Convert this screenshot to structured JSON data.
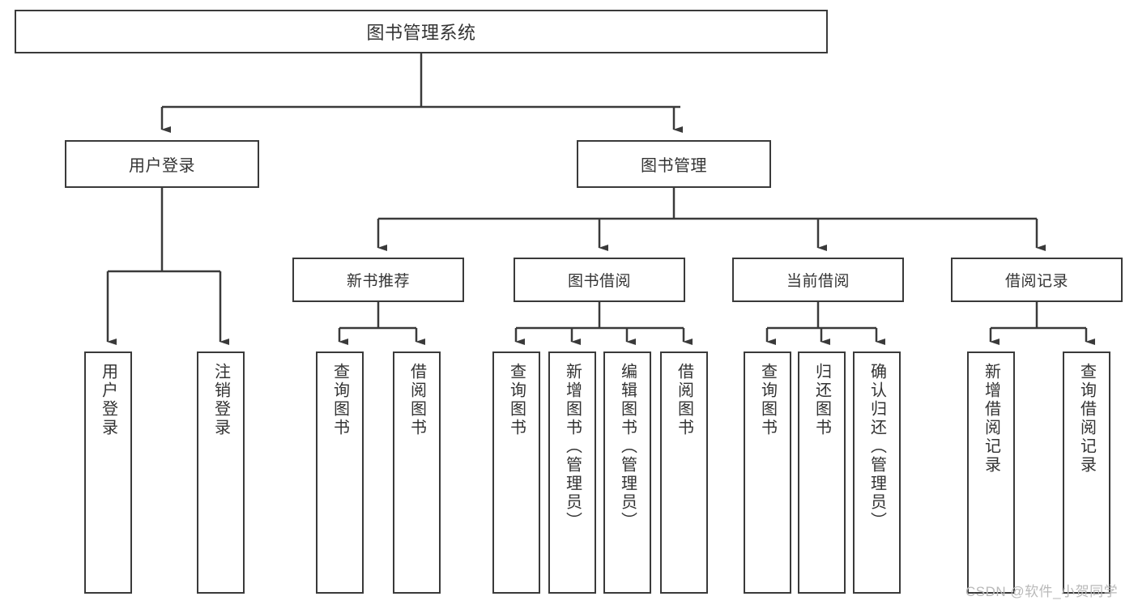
{
  "diagram": {
    "title": "图书管理系统",
    "type": "tree-hierarchy",
    "root": {
      "label": "图书管理系统"
    },
    "level2": [
      {
        "label": "用户登录"
      },
      {
        "label": "图书管理"
      }
    ],
    "level3": [
      {
        "label": "新书推荐"
      },
      {
        "label": "图书借阅"
      },
      {
        "label": "当前借阅"
      },
      {
        "label": "借阅记录"
      }
    ],
    "leaves": {
      "user_login": [
        {
          "label": "用户登录"
        },
        {
          "label": "注销登录"
        }
      ],
      "new_book_recommend": [
        {
          "label": "查询图书"
        },
        {
          "label": "借阅图书"
        }
      ],
      "book_borrow": [
        {
          "label": "查询图书"
        },
        {
          "label": "新增图书（管理员）"
        },
        {
          "label": "编辑图书（管理员）"
        },
        {
          "label": "借阅图书"
        }
      ],
      "current_borrow": [
        {
          "label": "查询图书"
        },
        {
          "label": "归还图书"
        },
        {
          "label": "确认归还（管理员）"
        }
      ],
      "borrow_record": [
        {
          "label": "新增借阅记录"
        },
        {
          "label": "查询借阅记录"
        }
      ]
    }
  },
  "watermark": {
    "text": "CSDN @软件_小贺同学"
  },
  "colors": {
    "border": "#3a3a3a",
    "text": "#333333",
    "background": "#ffffff",
    "watermark": "#b9b9b9"
  }
}
